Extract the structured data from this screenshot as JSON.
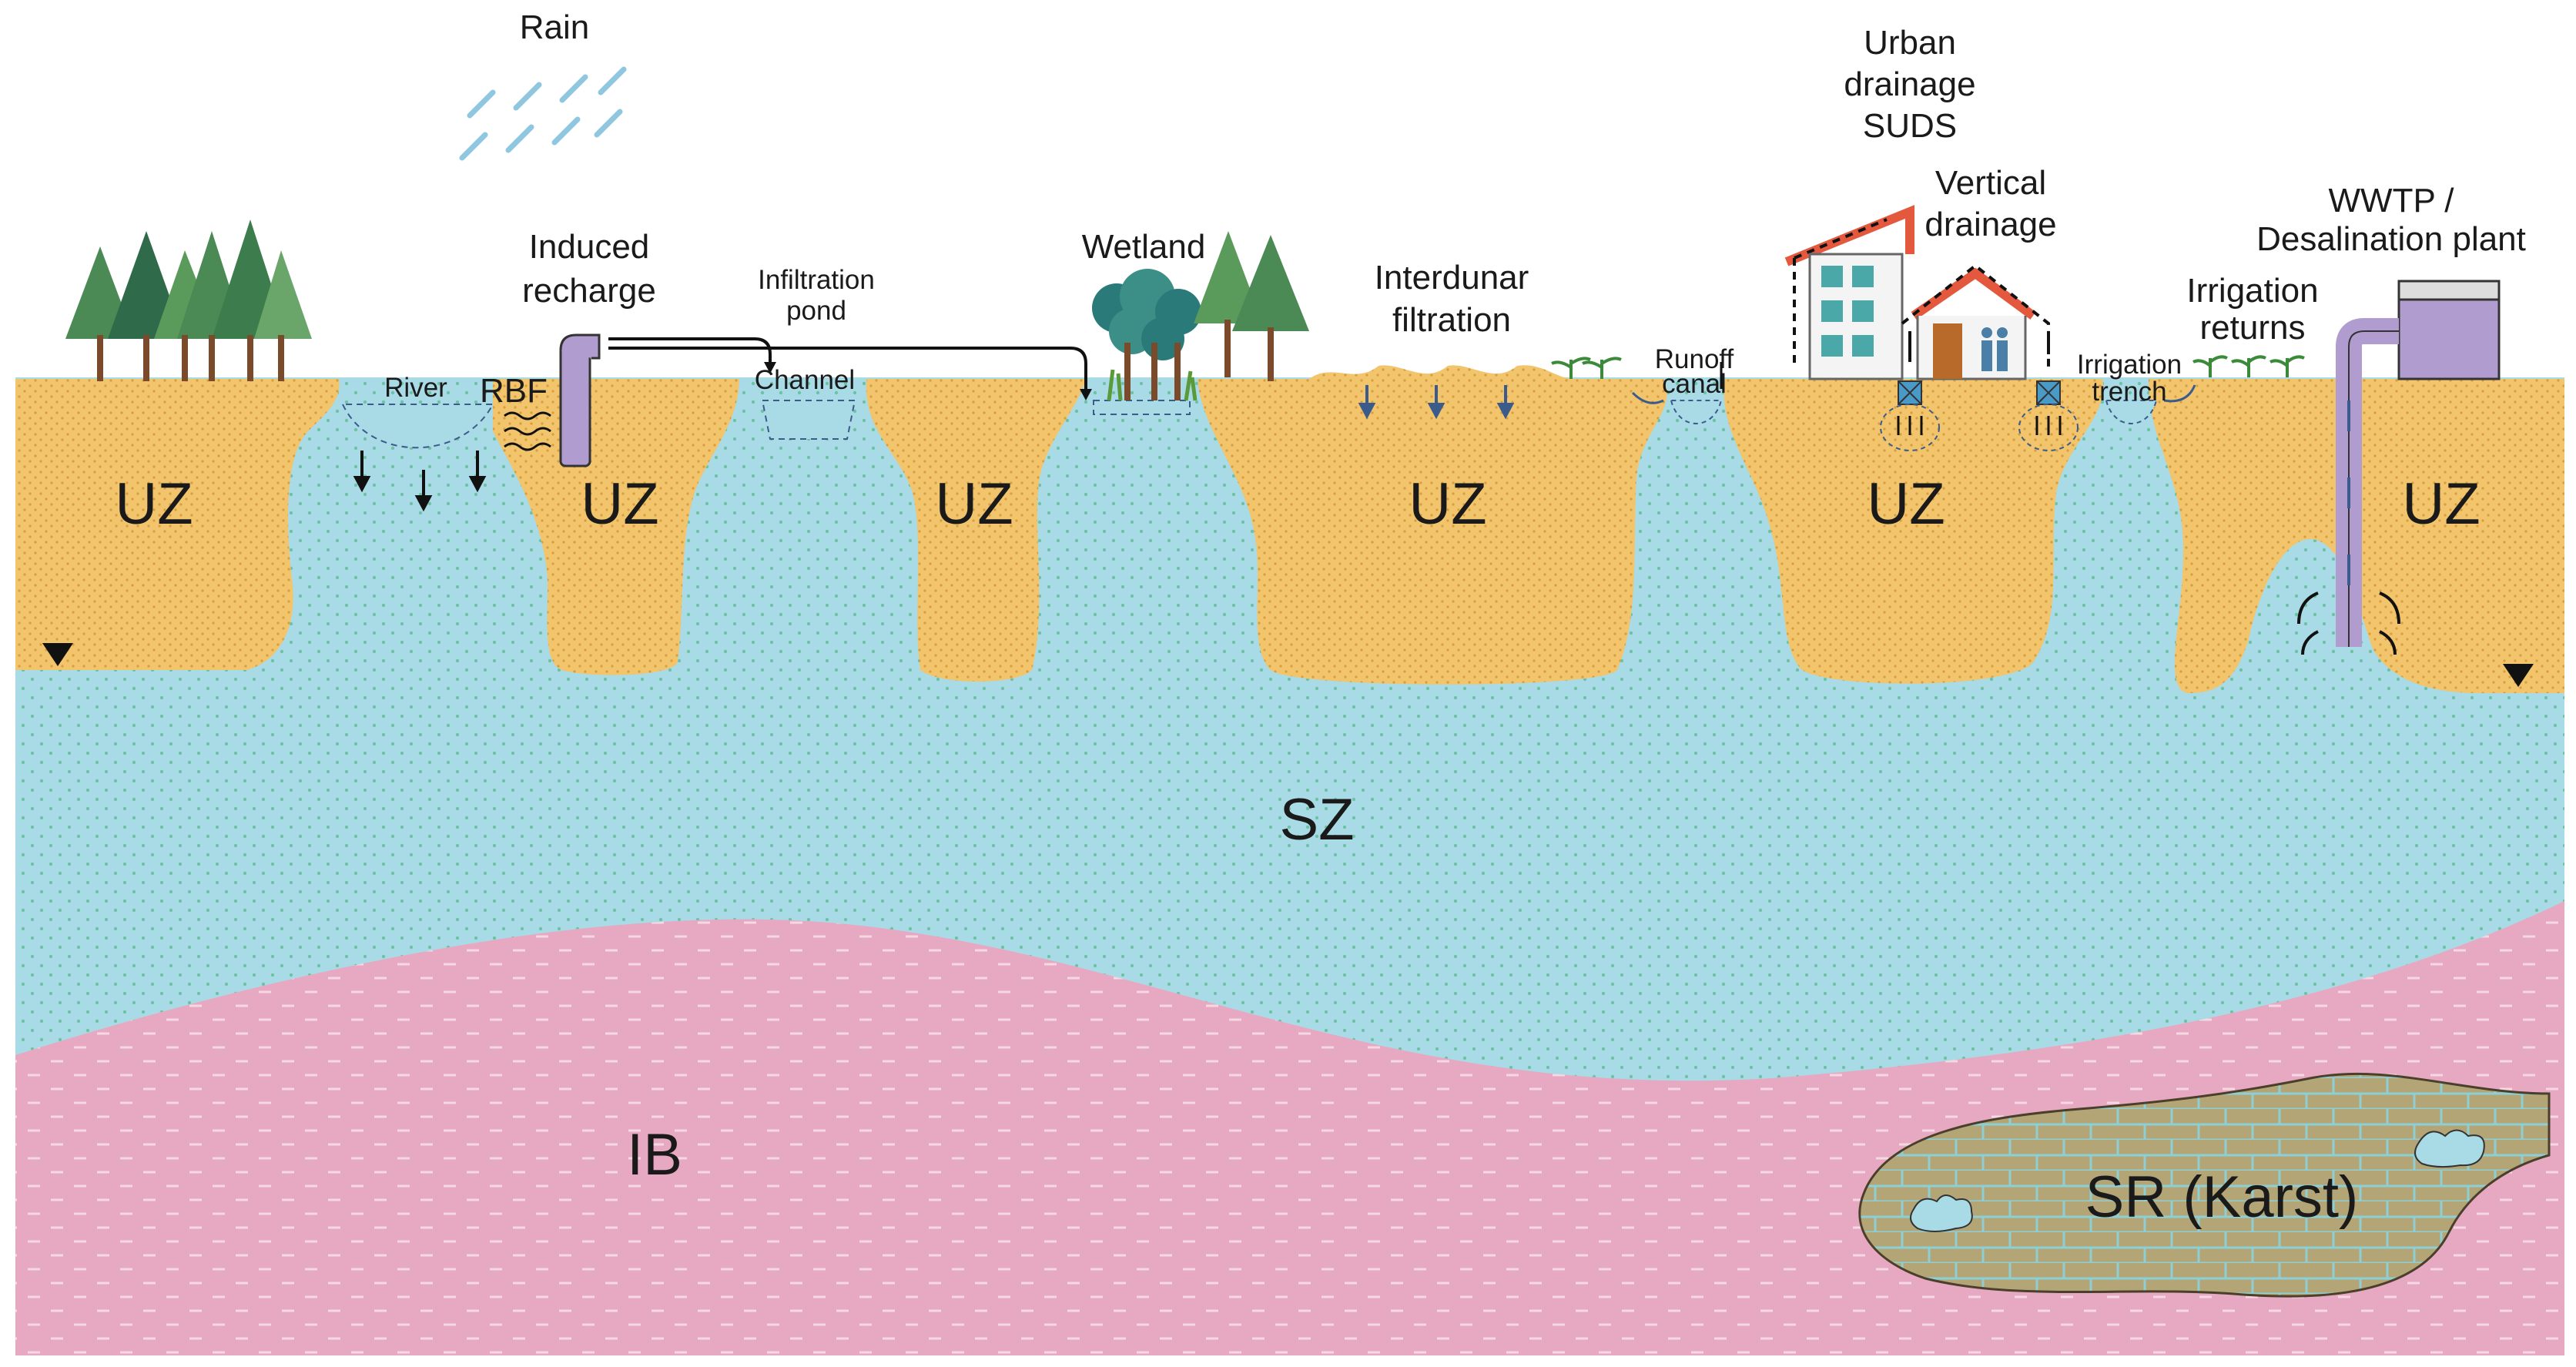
{
  "labels": {
    "rain": "Rain",
    "induced_recharge_1": "Induced",
    "induced_recharge_2": "recharge",
    "infiltration_pond_1": "Infiltration",
    "infiltration_pond_2": "pond",
    "wetland": "Wetland",
    "interdunar_1": "Interdunar",
    "interdunar_2": "filtration",
    "urban_1": "Urban",
    "urban_2": "drainage",
    "urban_3": "SUDS",
    "vertical_1": "Vertical",
    "vertical_2": "drainage",
    "wwtp_1": "WWTP /",
    "wwtp_2": "Desalination plant",
    "irrigation_returns_1": "Irrigation",
    "irrigation_returns_2": "returns",
    "river": "River",
    "rbf": "RBF",
    "channel": "Channel",
    "runoff_1": "Runoff",
    "runoff_2": "canal",
    "irrigation_trench_1": "Irrigation",
    "irrigation_trench_2": "trench"
  },
  "zones": {
    "uz": "UZ",
    "sz": "SZ",
    "ib": "IB",
    "sr": "SR (Karst)"
  },
  "colors": {
    "unsaturated": "#f2c46b",
    "saturated": "#a9dbe6",
    "impermeable": "#e7a9c1",
    "karst": "#b3a576",
    "pipe": "#b19cd0",
    "roof": "#e4593e",
    "tree_dark": "#2f6b4a",
    "tree_light": "#5a9a5a",
    "trunk": "#7a4a2a"
  }
}
